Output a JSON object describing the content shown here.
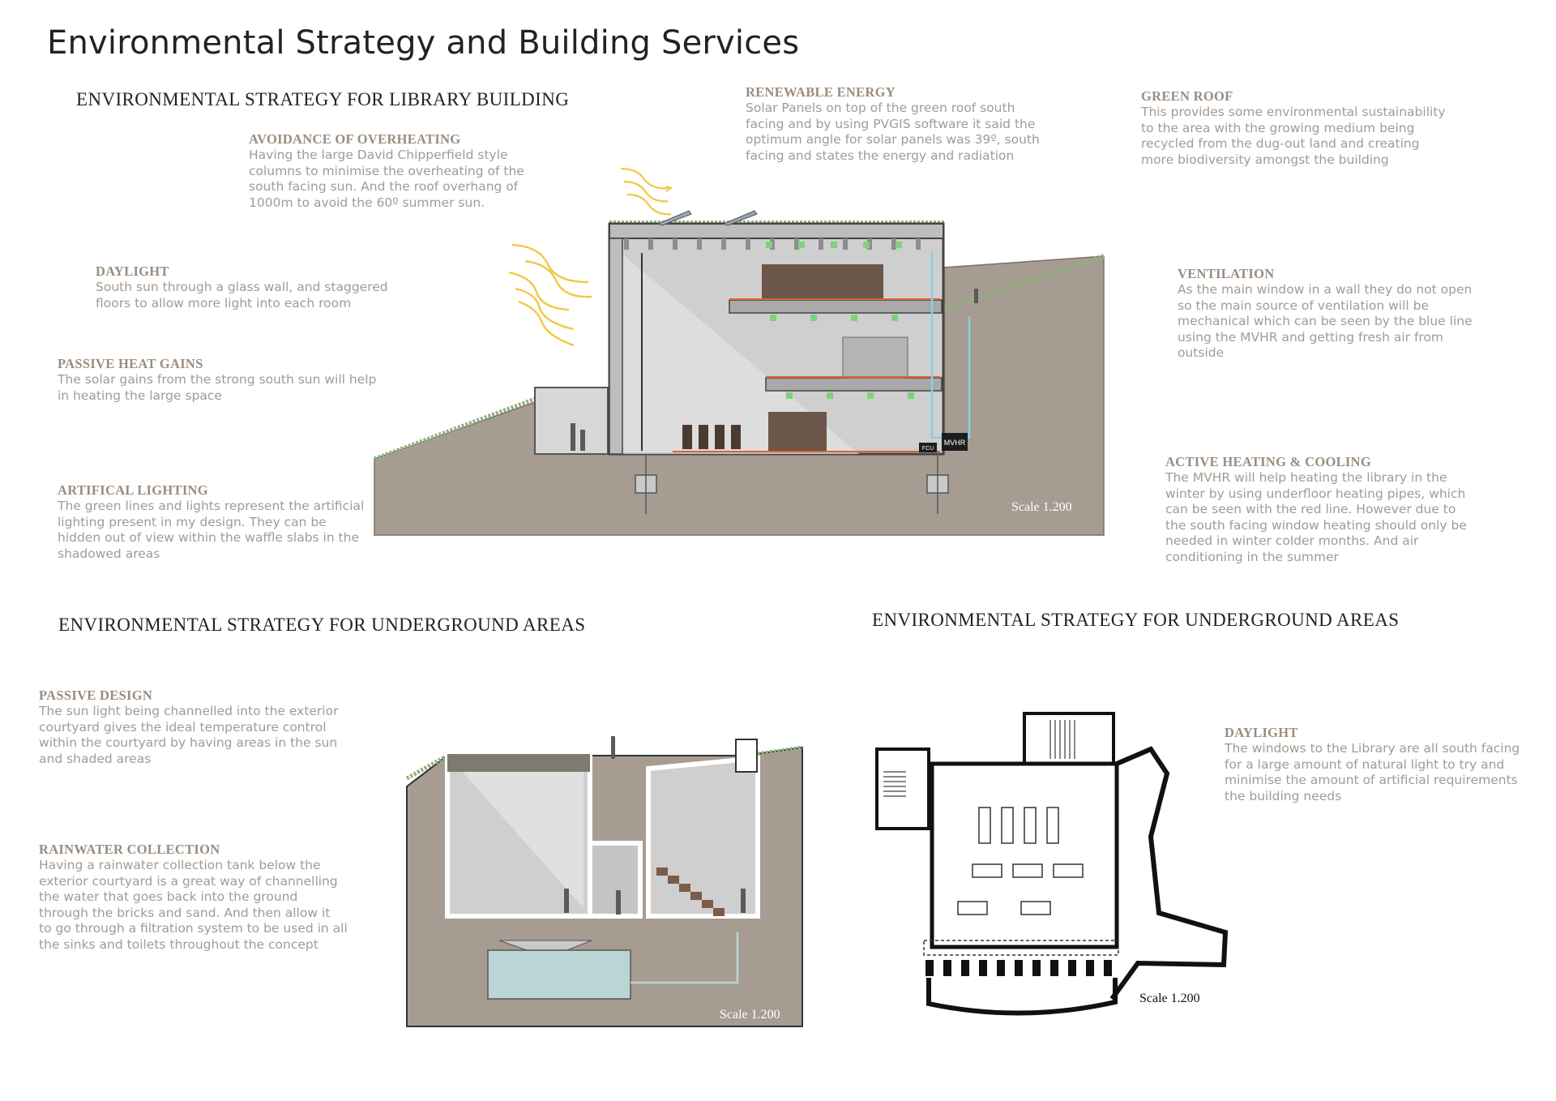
{
  "page": {
    "title": "Environmental Strategy and Building Services"
  },
  "sections": {
    "library": "ENVIRONMENTAL STRATEGY FOR LIBRARY BUILDING",
    "underground_left": "ENVIRONMENTAL STRATEGY FOR UNDERGROUND AREAS",
    "underground_right": "ENVIRONMENTAL STRATEGY FOR UNDERGROUND AREAS"
  },
  "notes": {
    "overheating": {
      "heading": "AVOIDANCE OF OVERHEATING",
      "lines": [
        "Having the large David Chipperfield style",
        "columns to minimise the overheating of the",
        "south facing sun. And the roof overhang of",
        "1000m to avoid the 60º summer sun."
      ]
    },
    "renewable": {
      "heading": "RENEWABLE ENERGY",
      "lines": [
        "Solar Panels on top of the green roof south",
        "facing and by using PVGIS software it said the",
        "optimum angle for solar panels was 39º, south",
        "facing and states the energy and radiation"
      ]
    },
    "green_roof": {
      "heading": "GREEN ROOF",
      "lines": [
        "This provides some environmental sustainability",
        "to the area with the growing medium being",
        "recycled from the dug-out land and creating",
        "more biodiversity amongst the building"
      ]
    },
    "daylight_library": {
      "heading": "DAYLIGHT",
      "lines": [
        "South sun through a glass wall, and staggered",
        "floors to allow more light into each room"
      ]
    },
    "passive_heat": {
      "heading": "PASSIVE HEAT GAINS",
      "lines": [
        "The solar gains from the strong south sun will help",
        "in heating the large space"
      ]
    },
    "artificial": {
      "heading": "ARTIFICAL LIGHTING",
      "lines": [
        "The green lines and lights represent the artificial",
        "lighting present in my design. They can be",
        "hidden out of view within the waffle slabs in the",
        "shadowed areas"
      ]
    },
    "ventilation": {
      "heading": "VENTILATION",
      "lines": [
        "As the main window in a wall they do not open",
        "so the main source of ventilation will be",
        "mechanical which can be seen by the blue line",
        "using the MVHR and getting fresh air from",
        "outside"
      ]
    },
    "active": {
      "heading": "ACTIVE HEATING & COOLING",
      "lines": [
        "The MVHR will help heating the library in the",
        "winter by using underfloor heating pipes, which",
        "can be seen with the red line. However due to",
        "the south facing window heating should only be",
        "needed in winter colder months. And air",
        "conditioning in the summer"
      ]
    },
    "passive_design": {
      "heading": "PASSIVE DESIGN",
      "lines": [
        "The sun light being channelled into the exterior",
        "courtyard gives the ideal temperature control",
        "within the courtyard by having areas in the sun",
        "and shaded areas"
      ]
    },
    "rainwater": {
      "heading": "RAINWATER COLLECTION",
      "lines": [
        "Having a rainwater collection tank below the",
        "exterior courtyard is a great way of channelling",
        "the water that goes back into the ground",
        "through the bricks and sand. And then allow it",
        "to go through a filtration system to be used in all",
        "the sinks and toilets throughout the concept"
      ]
    },
    "daylight_plan": {
      "heading": "DAYLIGHT",
      "lines": [
        "The windows to the Library are all south facing",
        "for a large amount of natural light to try and",
        "minimise the amount of artificial requirements",
        "the building needs"
      ]
    }
  },
  "drawings": {
    "library_section_scale": "Scale 1.200",
    "underground_section_scale": "Scale 1.200",
    "plan_scale": "Scale 1.200",
    "mvhr_label": "MVHR",
    "library_section_unit_label": "FCU"
  },
  "colors": {
    "ground": "#a79c92",
    "concrete": "#cfcfcf",
    "heading_note": "#9a8c80",
    "body_note": "#a49a92",
    "sun_arrow": "#f2c744",
    "lighting_green": "#7ed37a",
    "heating_red": "#e0602e",
    "ventilation_blue": "#8ccde6",
    "water": "#b9d6d4"
  }
}
